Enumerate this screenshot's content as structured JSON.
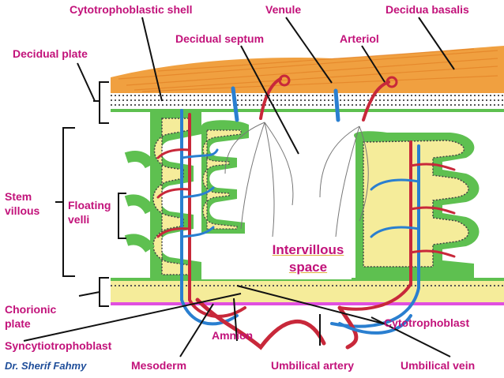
{
  "labels": {
    "cytotrophoblastic_shell": "Cytotrophoblastic shell",
    "venule": "Venule",
    "decidua_basalis": "Decidua basalis",
    "decidual_septum": "Decidual septum",
    "arteriol": "Arteriol",
    "decidual_plate": "Decidual plate",
    "stem_villous_line1": "Stem",
    "stem_villous_line2": "villous",
    "floating_velli_line1": "Floating",
    "floating_velli_line2": "velli",
    "intervillous_line1": "Intervillous",
    "intervillous_line2": "space",
    "chorionic_plate_line1": "Chorionic",
    "chorionic_plate_line2": "plate",
    "cytotrophoblast": "Cytotrophoblast",
    "syncytiotrophoblast": "Syncytiotrophoblast",
    "amnion": "Amnion",
    "mesoderm": "Mesoderm",
    "umbilical_artery": "Umbilical artery",
    "umbilical_vein": "Umbilical vein",
    "author": "Dr. Sherif Fahmy"
  },
  "colors": {
    "label_text": "#c2127a",
    "author_text": "#1f4e9a",
    "decidua": "#f0a040",
    "villus_outer": "#5ec050",
    "villus_core": "#f5ec9a",
    "artery": "#c8283a",
    "vein": "#2a7fd0",
    "amnion_band": "#e050e0"
  }
}
